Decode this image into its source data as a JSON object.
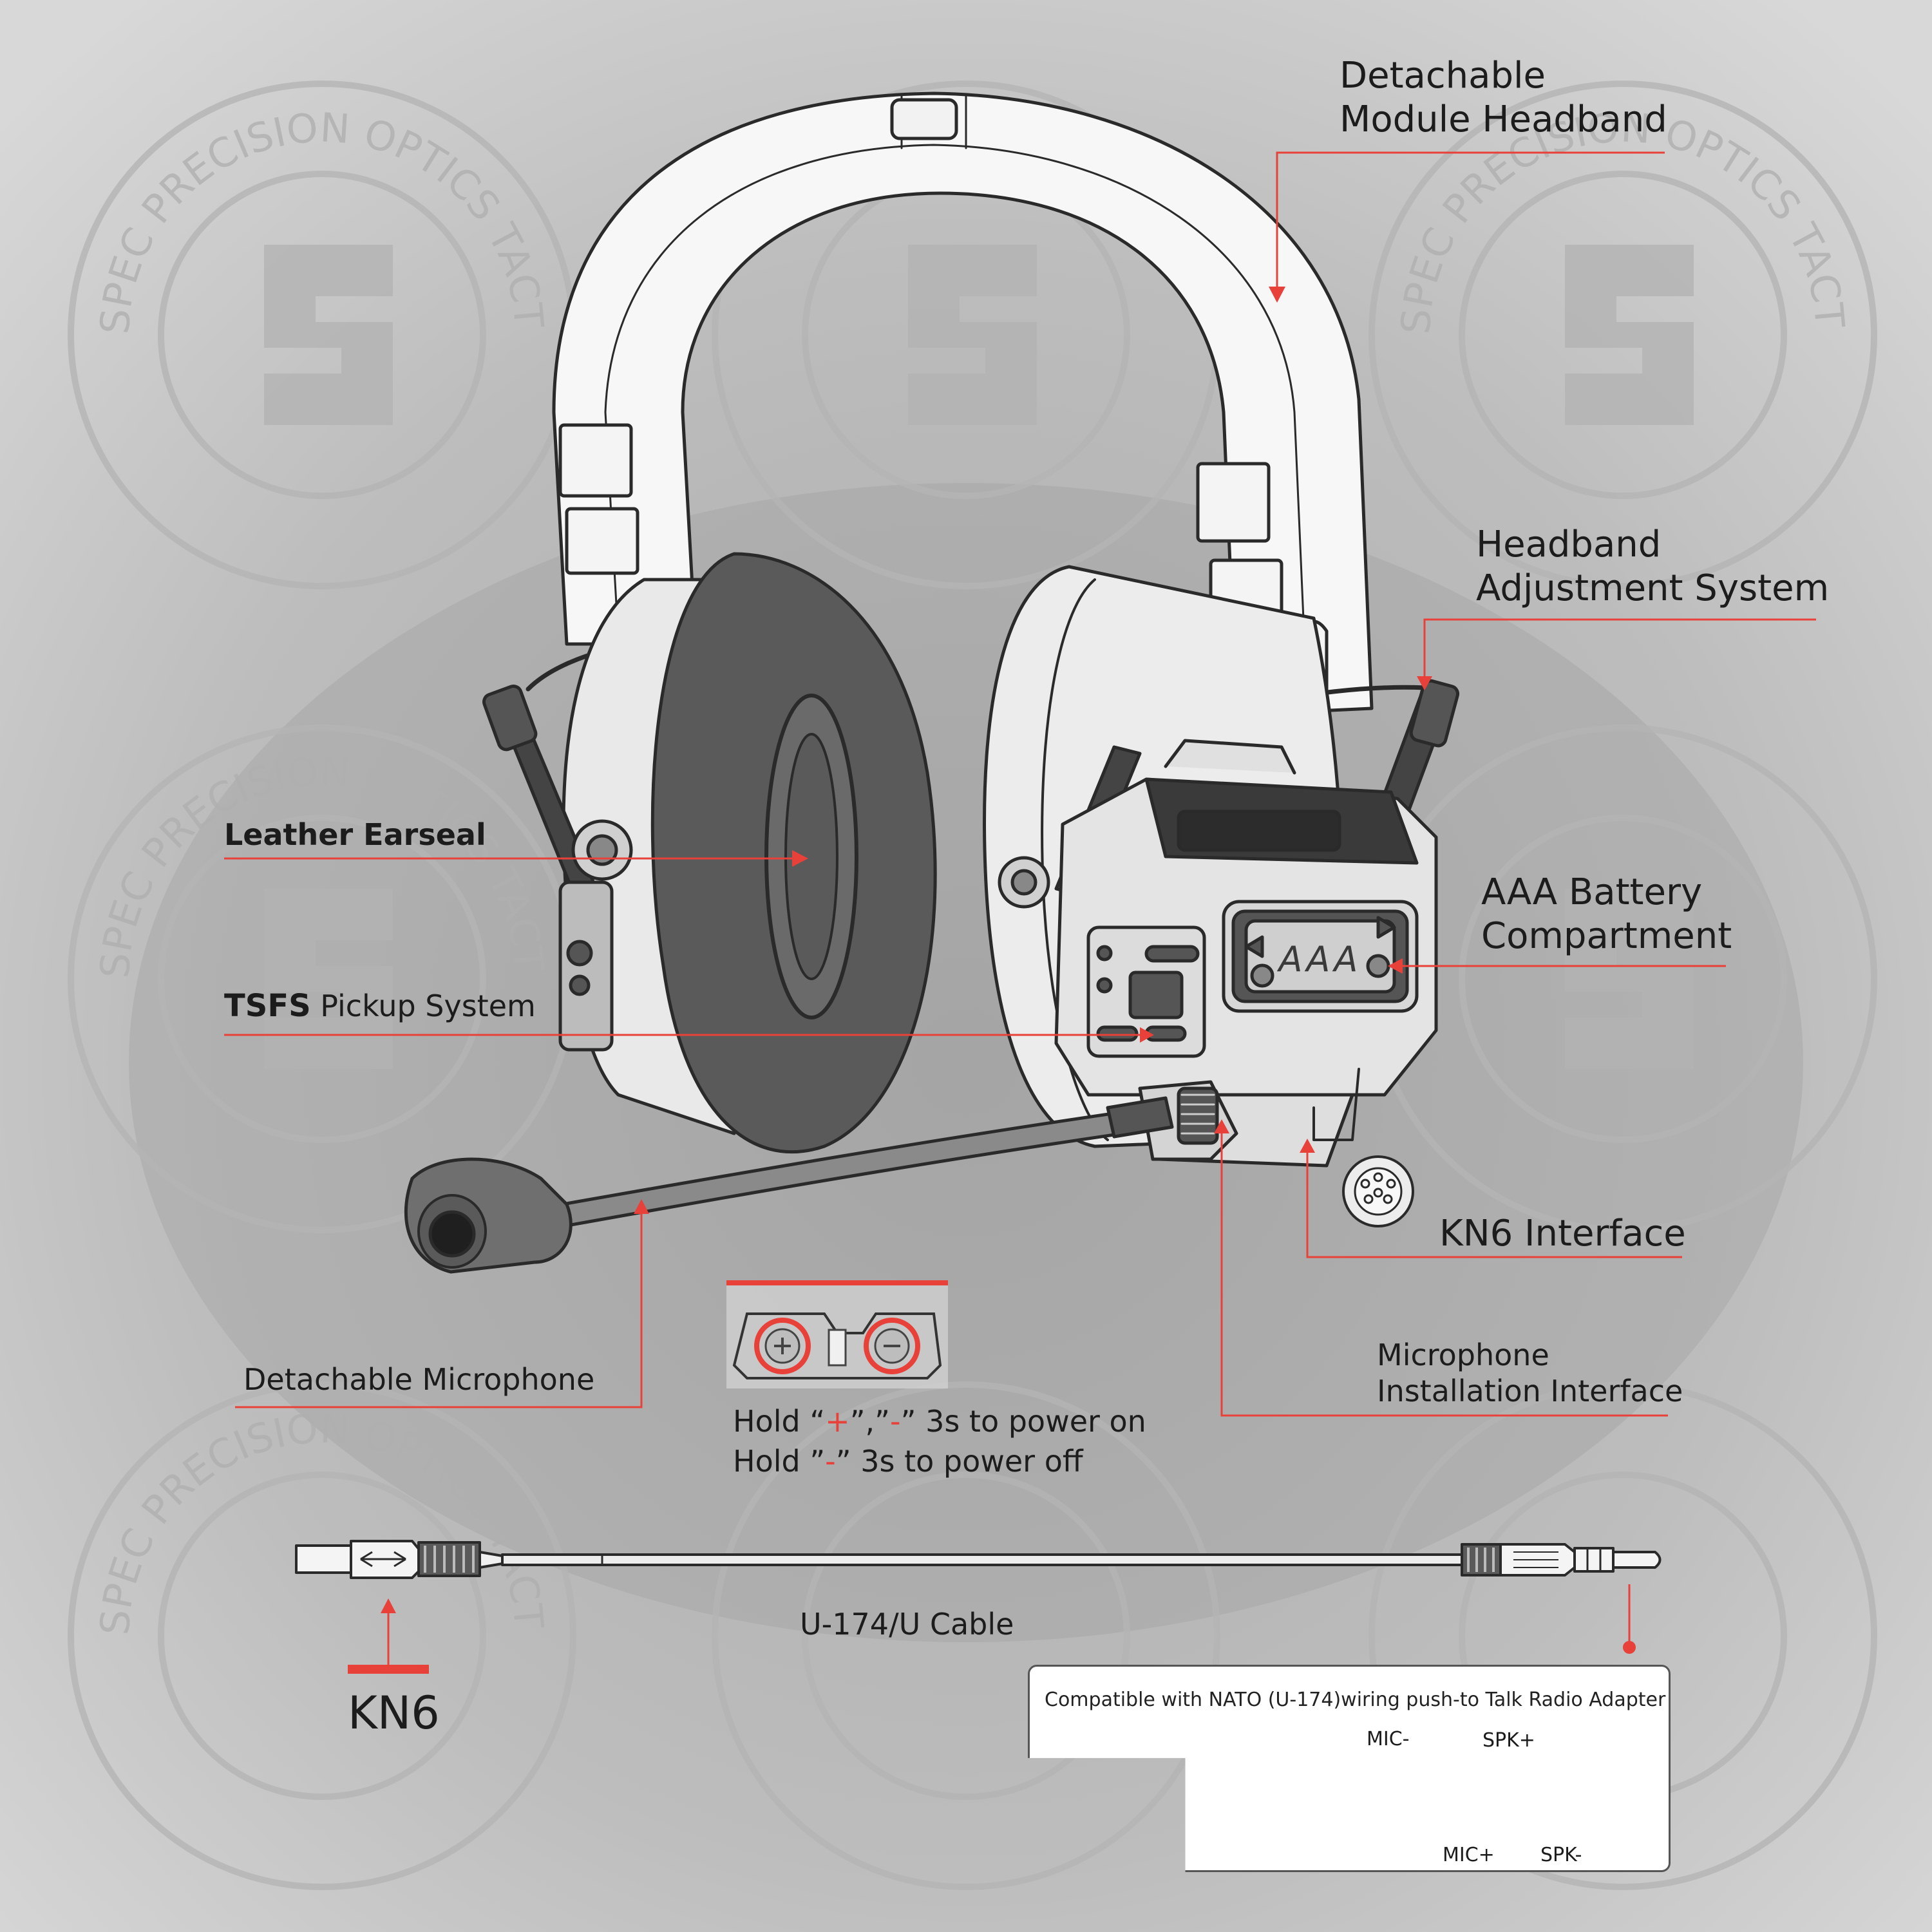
{
  "labels": {
    "headband": [
      "Detachable",
      "Module Headband"
    ],
    "adjustment": [
      "Headband",
      "Adjustment System"
    ],
    "earseal": "Leather Earseal",
    "battery": [
      "AAA Battery",
      "Compartment"
    ],
    "tsfs_bold": "TSFS",
    "tsfs_rest": " Pickup System",
    "kn6_interface": "KN6 Interface",
    "mic_install": [
      "Microphone",
      "Installation Interface"
    ],
    "detachable_mic": "Detachable Microphone",
    "cable": "U-174/U Cable",
    "kn6": "KN6",
    "battery_cover_text": "AAA"
  },
  "power": {
    "line1_a": "Hold “",
    "line1_plus": "+",
    "line1_b": "”,”",
    "line1_minus": "-",
    "line1_c": "” 3s to power on",
    "line2_a": "Hold ”",
    "line2_minus": "-",
    "line2_c": "” 3s to power off"
  },
  "ptt": {
    "title": "Compatible with NATO (U-174)wiring push-to Talk Radio Adapter",
    "mic_minus": "MIC-",
    "spk_plus": "SPK+",
    "mic_plus": "MIC+",
    "spk_minus": "SPK-"
  },
  "watermark": "SPEC PRECISION OPTICS TACTICAL TEAM",
  "colors": {
    "accent": "#e8413a",
    "background": "#c9c9c9",
    "line_art": "#2a2a2a",
    "earseal": "#5a5a5a"
  }
}
